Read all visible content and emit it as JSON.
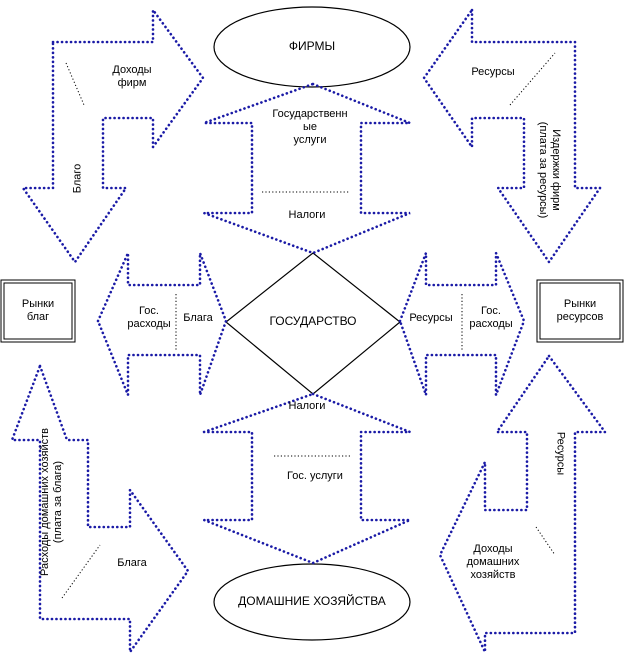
{
  "nodes": {
    "firms": "ФИРМЫ",
    "households": "ДОМАШНИЕ ХОЗЯЙСТВА",
    "state": "ГОСУДАРСТВО",
    "goods_market": "Рынки\nблаг",
    "resources_market": "Рынки\nресурсов"
  },
  "flows": {
    "firm_revenue": "Доходы\nфирм",
    "goods_to_market": "Благо",
    "resources_to_firms": "Ресурсы",
    "firm_costs": "Издержки фирм\n(плата за ресурсы)",
    "gov_services_top": "Государственн\nые\nуслуги",
    "taxes_top": "Налоги",
    "gov_spending_left": "Гос.\nрасходы",
    "goods_left": "Блага",
    "resources_right": "Ресурсы",
    "gov_spending_right": "Гос.\nрасходы",
    "taxes_bottom": "Налоги",
    "gov_services_bottom": "Гос. услуги",
    "household_spending": "Расходы домашних хозяйств\n(плата за блага)",
    "goods_to_households": "Блага",
    "resources_from_households": "Ресурсы",
    "household_income": "Доходы\nдомашних\nхозяйств"
  }
}
